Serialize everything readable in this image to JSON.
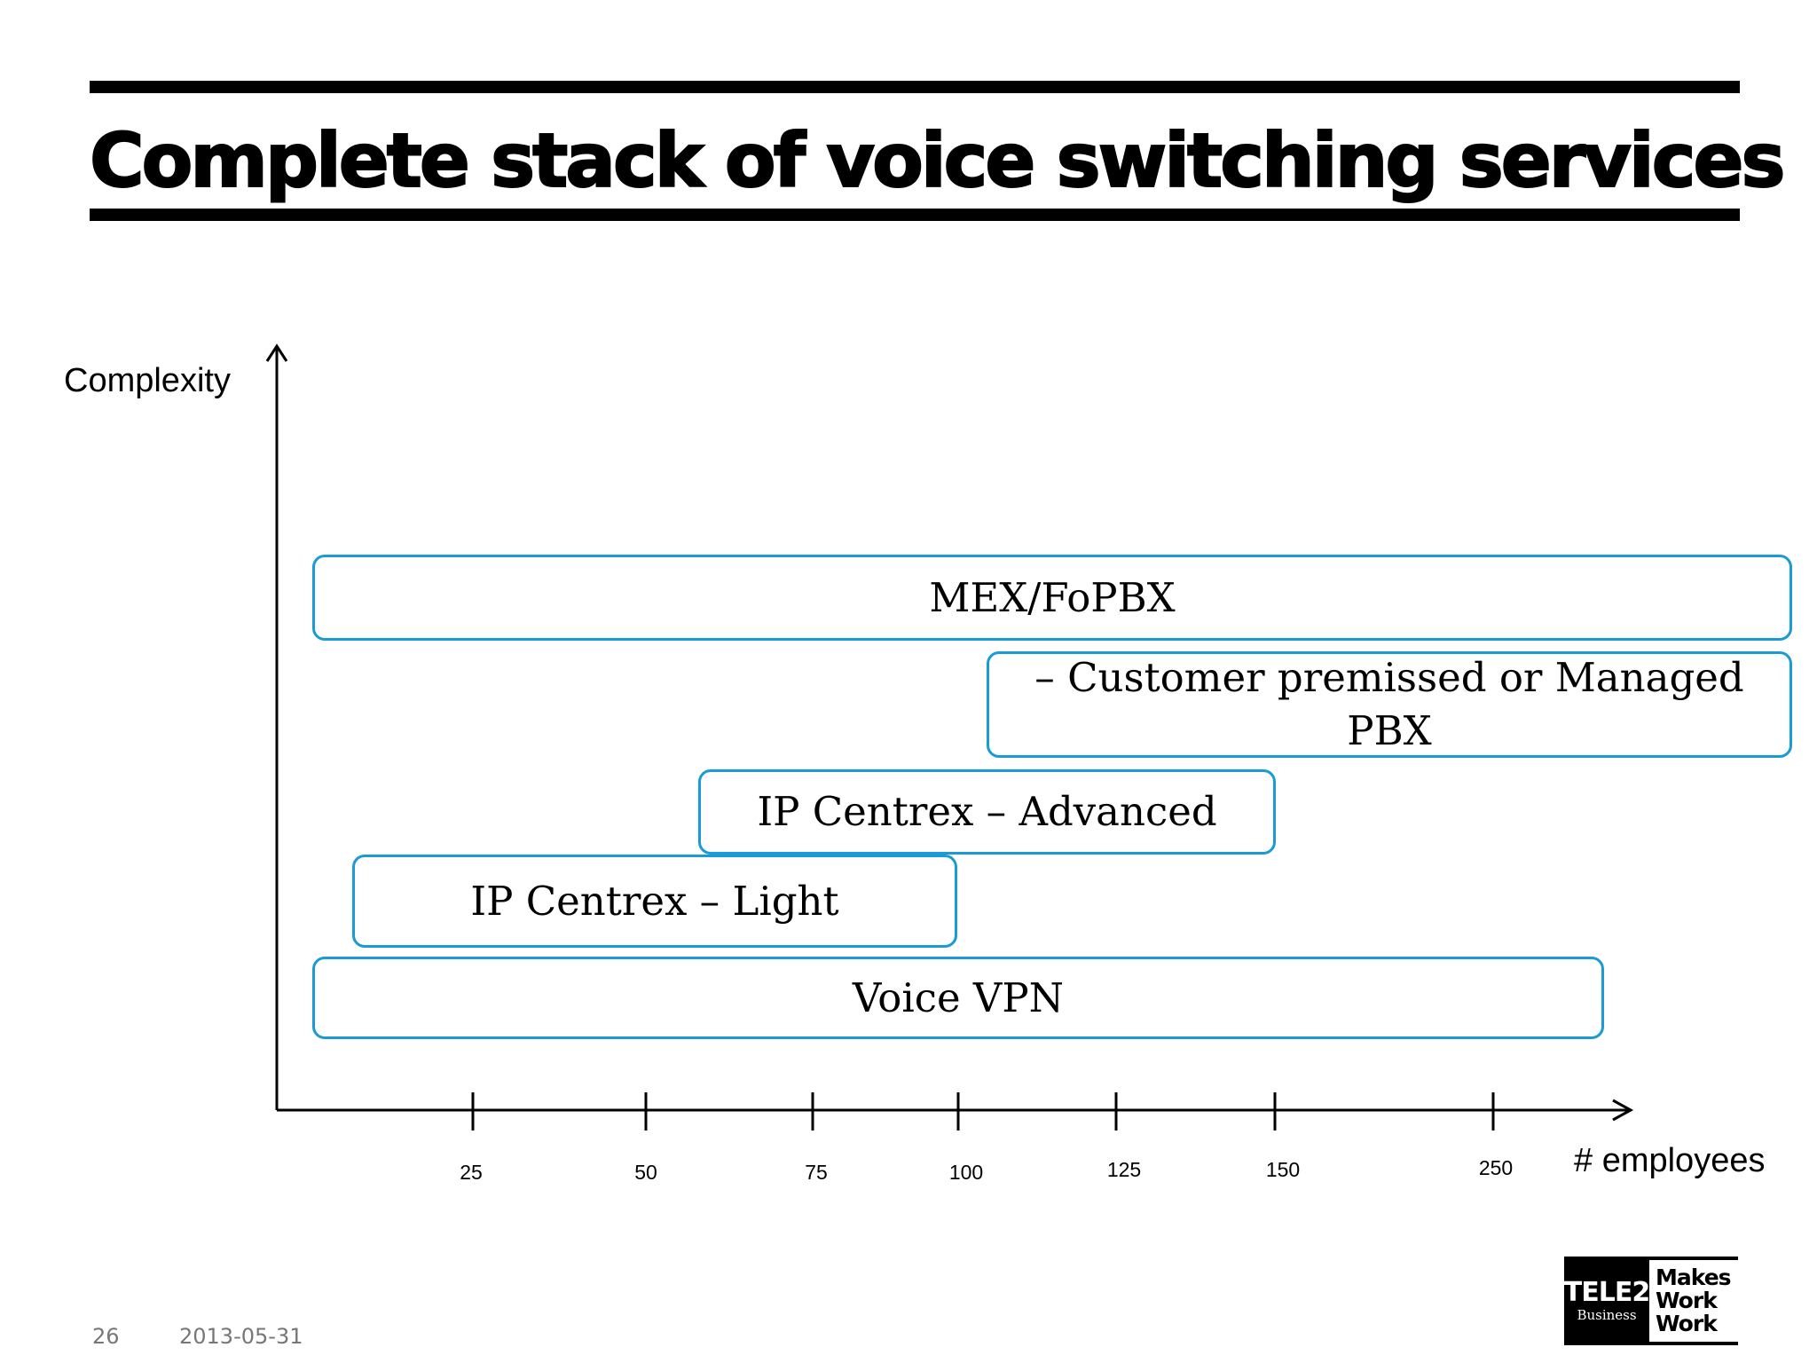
{
  "slide": {
    "title": "Complete stack of voice switching services"
  },
  "diagram": {
    "y_axis_label": "Complexity",
    "x_axis_label": "# employees",
    "ticks": [
      "25",
      "50",
      "75",
      "100",
      "125",
      "150",
      "250"
    ],
    "services": [
      {
        "label": "MEX/FoPBX"
      },
      {
        "label": "– Customer premissed or Managed PBX"
      },
      {
        "label": "IP Centrex – Advanced"
      },
      {
        "label": "IP Centrex – Light"
      },
      {
        "label": "Voice VPN"
      }
    ],
    "accent_color": "#1a9ad6"
  },
  "footer": {
    "page_number": "26",
    "date": "2013-05-31"
  },
  "logo": {
    "brand": "TELE2",
    "sub": "Business",
    "tagline_line1": "Makes",
    "tagline_line2": "Work",
    "tagline_line3": "Work"
  }
}
